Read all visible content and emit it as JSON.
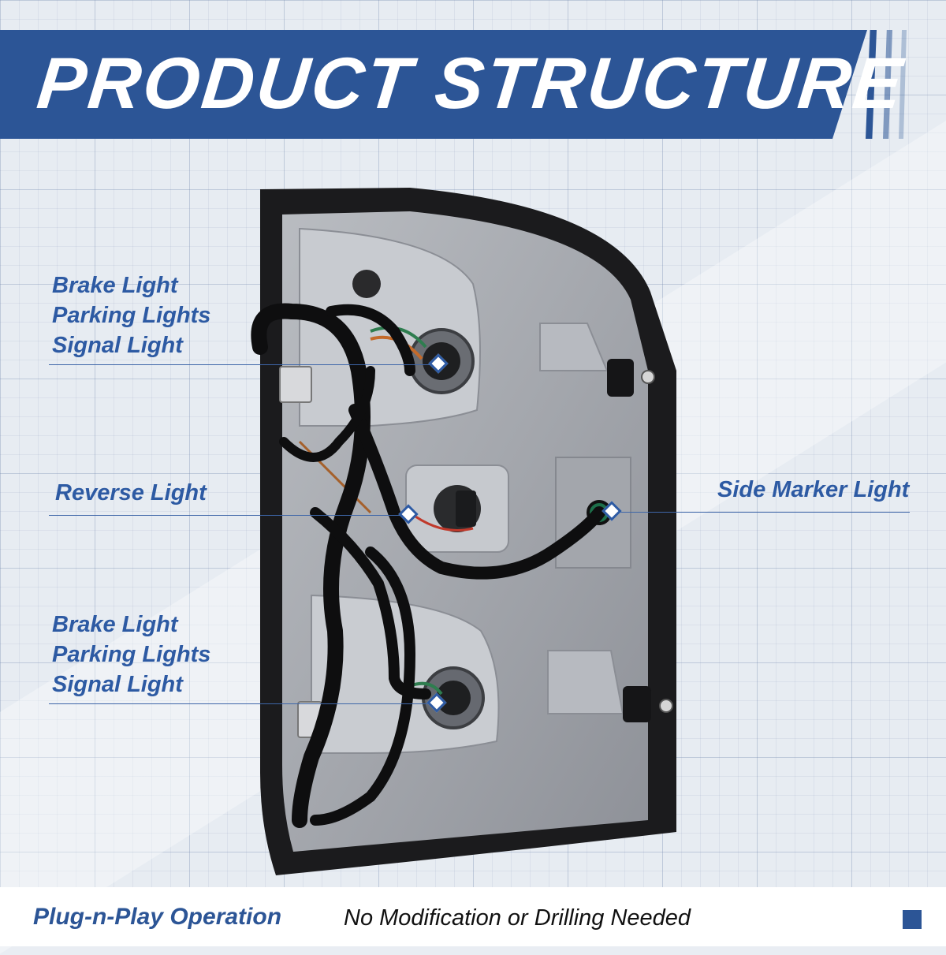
{
  "title": "PRODUCT STRUCTURE",
  "colors": {
    "accent": "#2c5596",
    "label": "#2d5aa3",
    "housing": "#1c1c1c",
    "wire": "#111111"
  },
  "callouts": {
    "upper_left": [
      "Brake Light",
      "Parking Lights",
      "Signal Light"
    ],
    "middle_left": "Reverse Light",
    "middle_right": "Side Marker Light",
    "lower_left": [
      "Brake Light",
      "Parking Lights",
      "Signal Light"
    ]
  },
  "footer": {
    "main": "Plug-n-Play Operation",
    "sub": "No Modification or Drilling Needed"
  }
}
